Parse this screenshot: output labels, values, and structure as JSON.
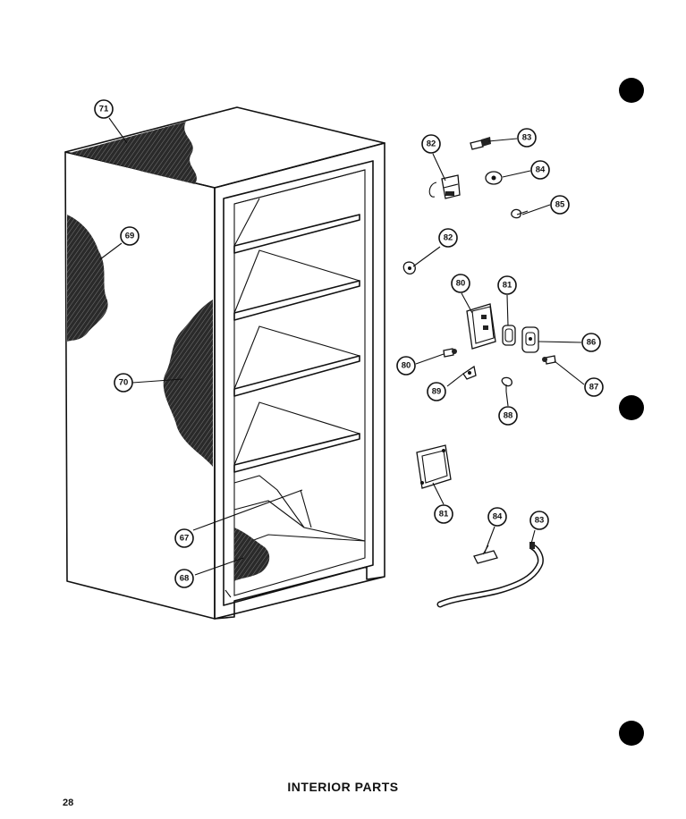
{
  "caption": "INTERIOR PARTS",
  "page_number": "28",
  "callouts": {
    "c71": "71",
    "c69": "69",
    "c70": "70",
    "c67": "67",
    "c68": "68",
    "c82a": "82",
    "c83a": "83",
    "c84a": "84",
    "c85": "85",
    "c82b": "82",
    "c80a": "80",
    "c81a": "81",
    "c86": "86",
    "c80b": "80",
    "c87": "87",
    "c89": "89",
    "c88": "88",
    "c81b": "81",
    "c84b": "84",
    "c83b": "83"
  }
}
